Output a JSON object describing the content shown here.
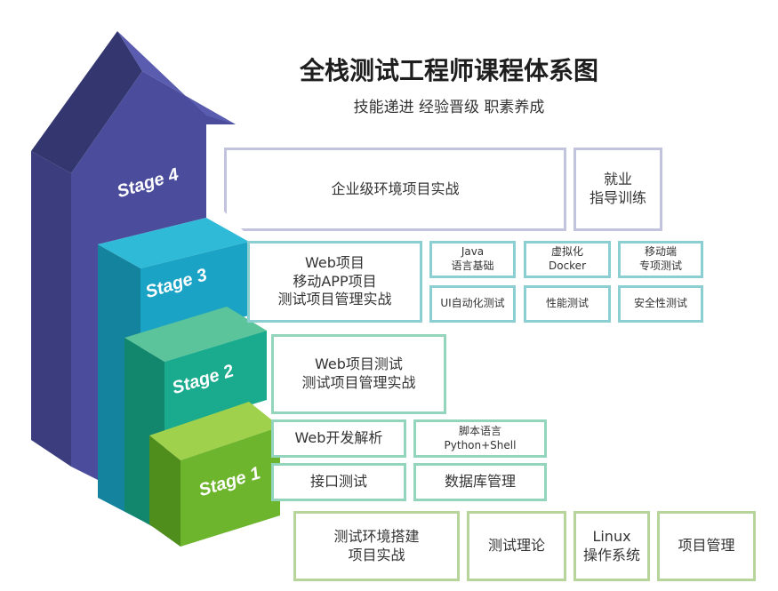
{
  "title": "全栈测试工程师课程体系图",
  "subtitle": "技能递进   经验晋级   职素养成",
  "colors": {
    "stage4": "#4b4d9c",
    "stage3": "#1aa3c4",
    "stage2": "#1aab8e",
    "stage1": "#6db52c",
    "stage4_border": "#c2c4de",
    "stage3_border": "#8ccfd3",
    "stage2_border": "#93d4bd",
    "stage1_border": "#b7d49a"
  },
  "stages": [
    {
      "label": "Stage 4"
    },
    {
      "label": "Stage 3"
    },
    {
      "label": "Stage 2"
    },
    {
      "label": "Stage 1"
    }
  ],
  "boxes": {
    "s4_main": "企业级环境项目实战",
    "s4_side": "就业\n指导训练",
    "s3_main": "Web项目\n移动APP项目\n测试项目管理实战",
    "s3_java": "Java\n语言基础",
    "s3_docker": "虚拟化\nDocker",
    "s3_mobile": "移动端\n专项测试",
    "s3_ui": "UI自动化测试",
    "s3_perf": "性能测试",
    "s3_sec": "安全性测试",
    "s2_main": "Web项目测试\n测试项目管理实战",
    "s2_web": "Web开发解析",
    "s2_script": "脚本语言\nPython+Shell",
    "s2_api": "接口测试",
    "s2_db": "数据库管理",
    "s1_env": "测试环境搭建\n项目实战",
    "s1_theory": "测试理论",
    "s1_linux": "Linux\n操作系统",
    "s1_pm": "项目管理"
  }
}
